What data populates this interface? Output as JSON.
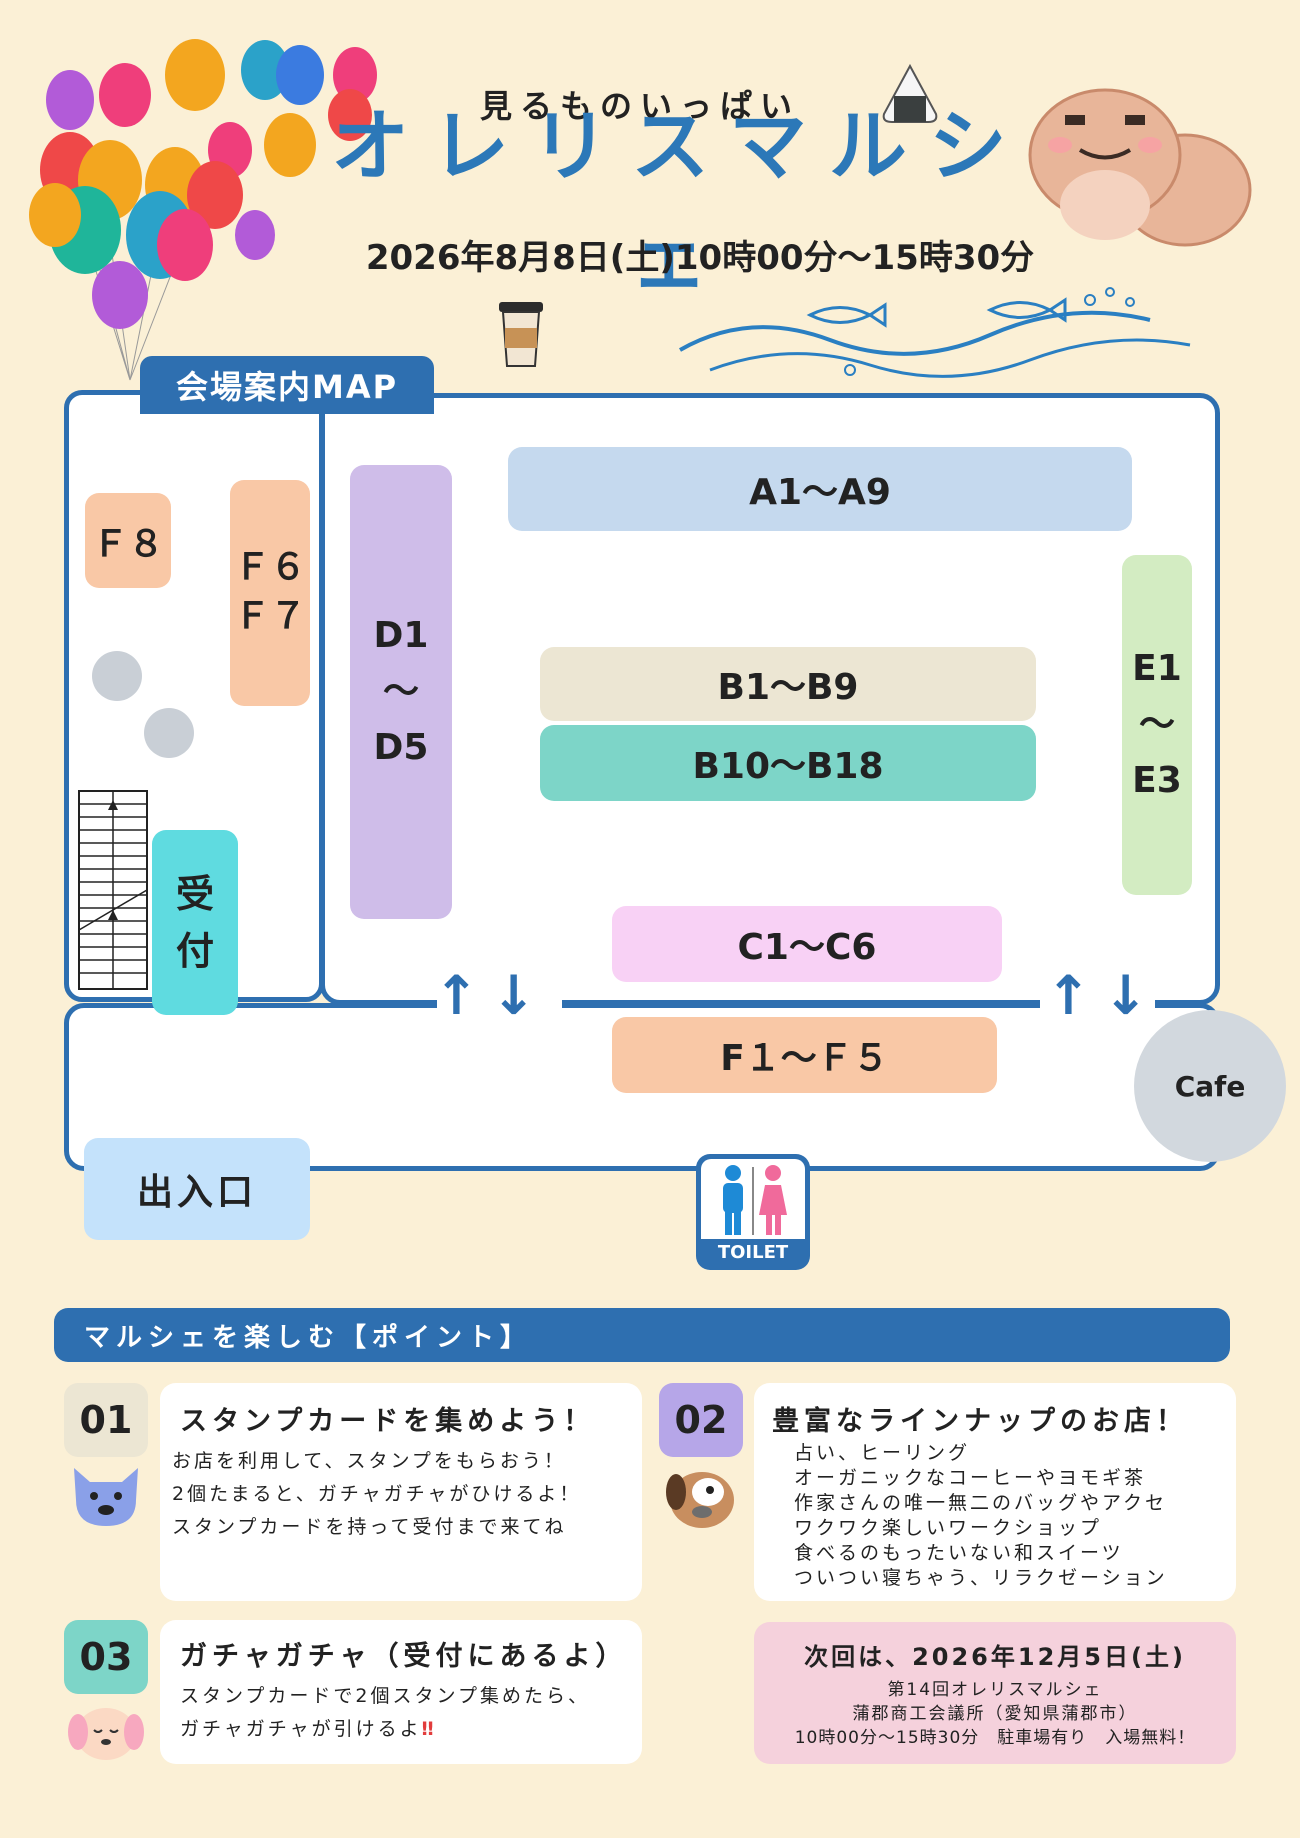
{
  "header": {
    "subtitle": "見るものいっぱい",
    "title": "オレリスマルシェ",
    "date": "2026年8月8日(土)10時00分～15時30分"
  },
  "map": {
    "label": "会場案内MAP",
    "booths": {
      "a": "A1～A9",
      "b1": "B1～B9",
      "b2": "B10～B18",
      "c": "C1～C6",
      "f15": "F１～Ｆ５",
      "f8": "Ｆ８",
      "f6": "Ｆ６",
      "f7": "Ｆ７",
      "d_top": "D1",
      "d_mid": "～",
      "d_bot": "D5",
      "e_top": "E1",
      "e_mid": "～",
      "e_bot": "E3",
      "reception_1": "受",
      "reception_2": "付",
      "entrance": "出入口",
      "cafe": "Cafe",
      "toilet": "TOILET"
    },
    "arrows": {
      "up": "↑",
      "down": "↓"
    }
  },
  "points": {
    "header": "マルシェを楽しむ【ポイント】",
    "cards": [
      {
        "num": "01",
        "title": "スタンプカードを集めよう！",
        "lines": [
          "お店を利用して、スタンプをもらおう！",
          "2個たまると、ガチャガチャがひけるよ！",
          "スタンプカードを持って受付まで来てね"
        ]
      },
      {
        "num": "02",
        "title": "豊富なラインナップのお店！",
        "lines": [
          "占い、ヒーリング",
          "オーガニックなコーヒーやヨモギ茶",
          "作家さんの唯一無二のバッグやアクセ",
          "ワクワク楽しいワークショップ",
          "食べるのもったいない和スイーツ",
          "ついつい寝ちゃう、リラクゼーション"
        ]
      },
      {
        "num": "03",
        "title": "ガチャガチャ（受付にあるよ）",
        "lines": [
          "スタンプカードで2個スタンプ集めたら、",
          "ガチャガチャが引けるよ"
        ],
        "emph": "‼"
      }
    ],
    "next": {
      "title": "次回は、2026年12月5日(土)",
      "lines": [
        "第14回オレリスマルシェ",
        "蒲郡商工会議所（愛知県蒲郡市）",
        "10時00分～15時30分　駐車場有り　入場無料！"
      ]
    }
  },
  "colors": {
    "background": "#fbf0d6",
    "blue": "#2e6fb0",
    "title_blue": "#2c78b8",
    "booth_a": "#c5d9ee",
    "booth_b1": "#ece6d3",
    "booth_b2": "#7dd5c8",
    "booth_c": "#f8d1f5",
    "booth_f": "#f9c8a6",
    "booth_d": "#cfbde9",
    "booth_e": "#d3ecc2",
    "reception": "#5fdbe0",
    "entrance": "#c4e2fb",
    "cafe": "#d2d8de",
    "next_box": "#f5d1dc"
  }
}
